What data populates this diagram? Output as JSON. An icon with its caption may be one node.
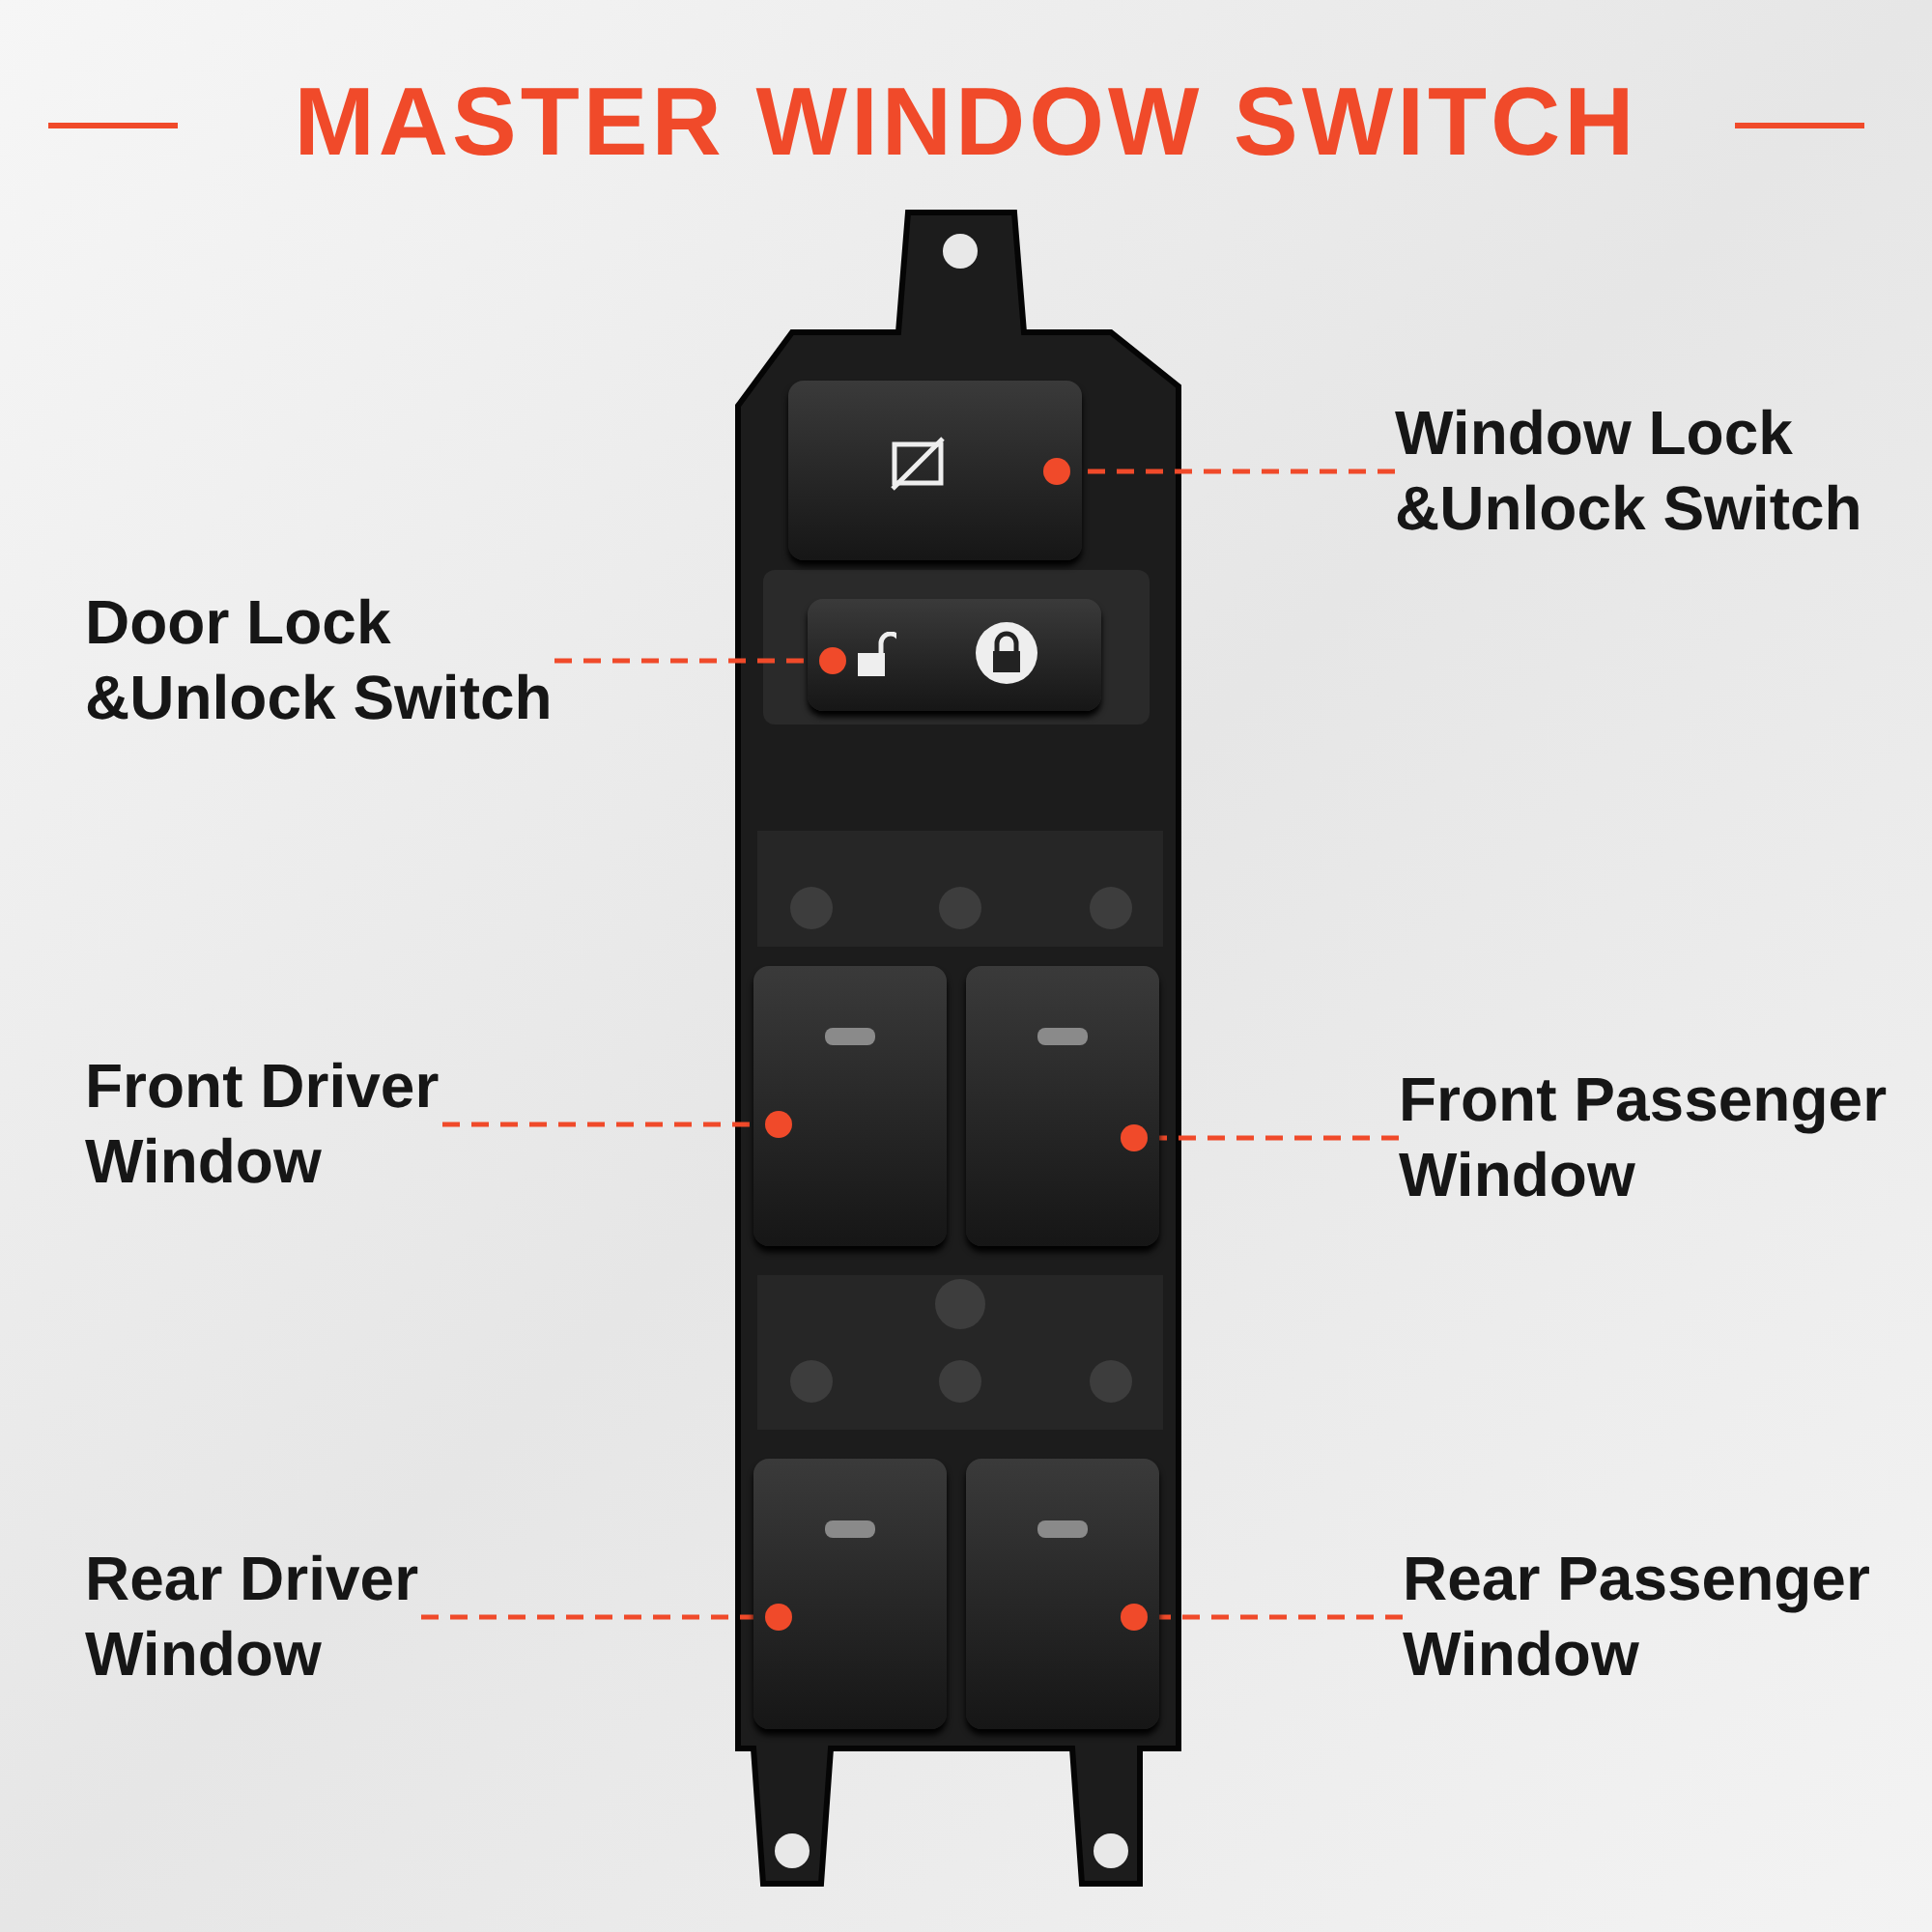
{
  "diagram": {
    "title": "MASTER WINDOW SWITCH",
    "nodes": [
      {
        "text": [
          "Window Lock &Unlock Switch"
        ]
      },
      {
        "text": [],
        "shape": "box"
      },
      {
        "text": [
          "Door Lock &Unlock Switch"
        ]
      },
      {
        "text": [],
        "shape": "box"
      },
      {
        "text": [
          "Front Driver Window"
        ]
      },
      {
        "text": [],
        "shape": "box"
      },
      {
        "text": [
          "Front Passenger Window"
        ]
      },
      {
        "text": [],
        "shape": "box"
      },
      {
        "text": [
          "Rear Driver Window"
        ]
      },
      {
        "text": [],
        "shape": "box"
      },
      {
        "text": [
          "Rear Passenger Window"
        ]
      },
      {
        "text": [],
        "shape": "box"
      }
    ],
    "edges": [
      {
        "from": 0,
        "to": 1,
        "arrow": "none",
        "style": "dashed"
      },
      {
        "from": 2,
        "to": 3,
        "arrow": "none",
        "style": "dashed"
      },
      {
        "from": 4,
        "to": 5,
        "arrow": "none",
        "style": "dashed"
      },
      {
        "from": 6,
        "to": 7,
        "arrow": "none",
        "style": "dashed"
      },
      {
        "from": 8,
        "to": 9,
        "arrow": "none",
        "style": "dashed"
      },
      {
        "from": 10,
        "to": 11,
        "arrow": "none",
        "style": "dashed"
      }
    ]
  }
}
